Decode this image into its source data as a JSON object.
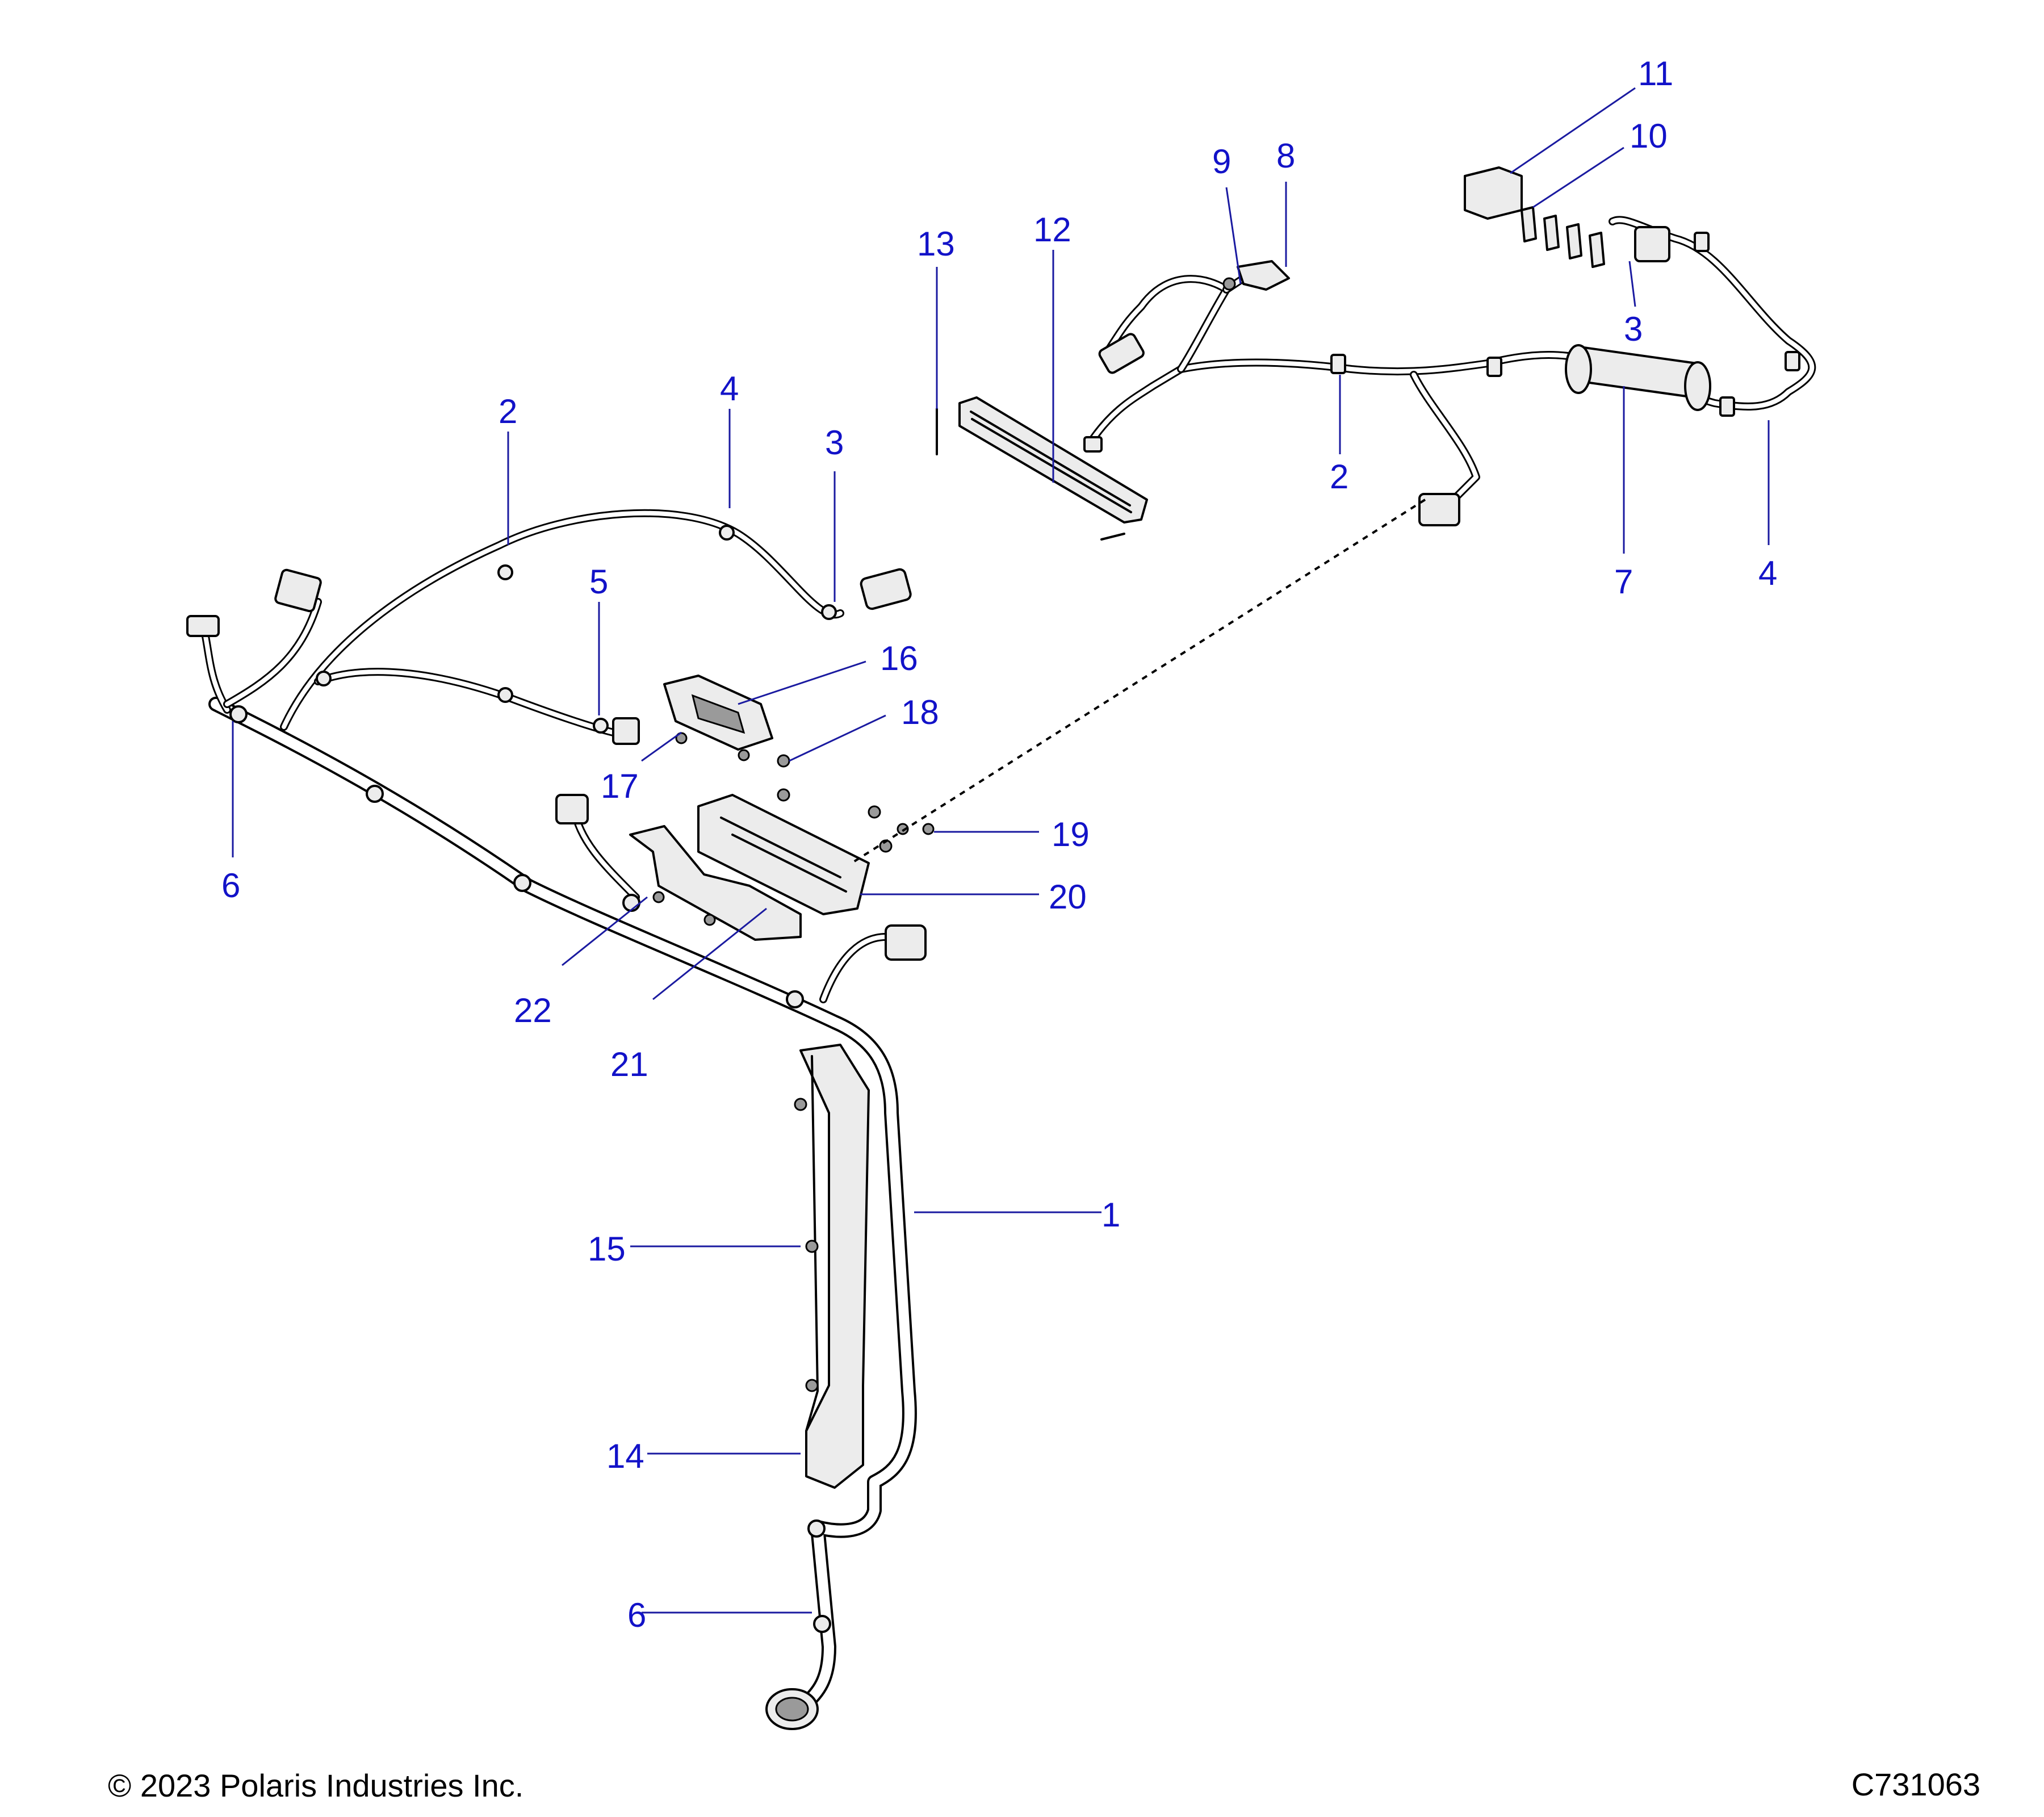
{
  "callouts": {
    "c1": "1",
    "c2a": "2",
    "c2b": "2",
    "c3a": "3",
    "c3b": "3",
    "c4a": "4",
    "c4b": "4",
    "c5": "5",
    "c6a": "6",
    "c6b": "6",
    "c7": "7",
    "c8": "8",
    "c9": "9",
    "c10": "10",
    "c11": "11",
    "c12": "12",
    "c13": "13",
    "c14": "14",
    "c15": "15",
    "c16": "16",
    "c17": "17",
    "c18": "18",
    "c19": "19",
    "c20": "20",
    "c21": "21",
    "c22": "22"
  },
  "footer": {
    "copyright": "© 2023 Polaris Industries Inc.",
    "figure_id": "C731063"
  },
  "colors": {
    "callout": "#1212c8",
    "line": "#000000",
    "background": "#ffffff"
  }
}
